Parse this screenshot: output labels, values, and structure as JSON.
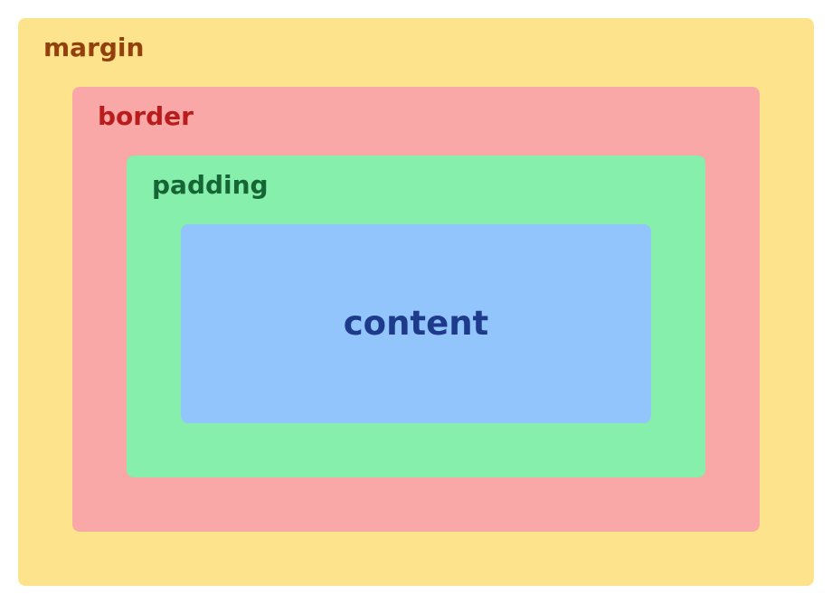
{
  "layers": {
    "margin": {
      "label": "margin",
      "fill": "#FDE38B",
      "text_color": "#92400E"
    },
    "border": {
      "label": "border",
      "fill": "#F9A7A7",
      "text_color": "#B91C1C"
    },
    "padding": {
      "label": "padding",
      "fill": "#86EFAC",
      "text_color": "#166534"
    },
    "content": {
      "label": "content",
      "fill": "#93C5FD",
      "text_color": "#1E3A8A"
    }
  }
}
